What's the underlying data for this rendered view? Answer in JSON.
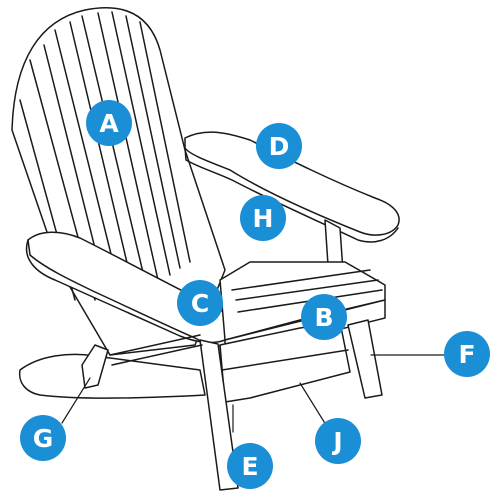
{
  "figure": {
    "subject": "Adirondack chair parts diagram",
    "line_color": "#1a1a1a",
    "callout_color": "#1a8fd6",
    "callout_text_color": "#ffffff"
  },
  "labels": {
    "A": "A",
    "B": "B",
    "C": "C",
    "D": "D",
    "E": "E",
    "F": "F",
    "G": "G",
    "H": "H",
    "J": "J"
  }
}
